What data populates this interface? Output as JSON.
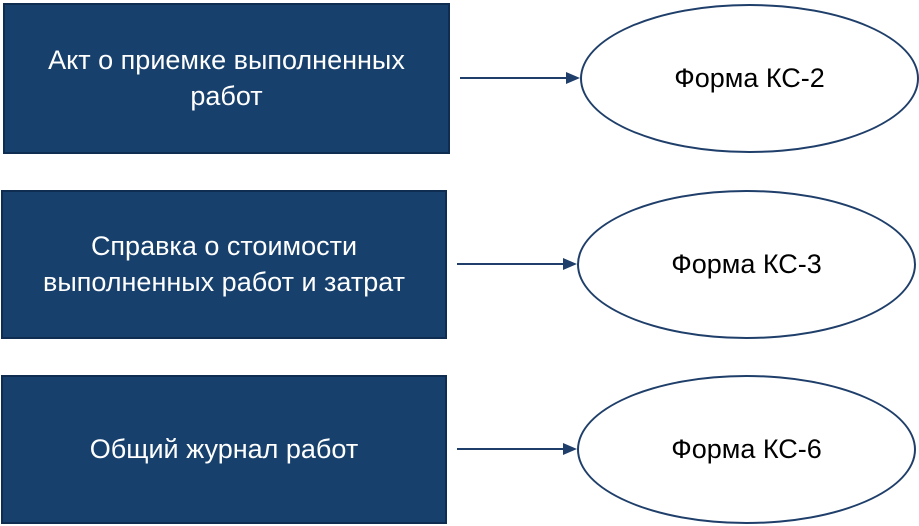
{
  "diagram": {
    "rows": [
      {
        "document": "Акт о приемке выполненных работ",
        "form": "Форма КС-2"
      },
      {
        "document": "Справка о стоимости выполненных работ и затрат",
        "form": "Форма КС-3"
      },
      {
        "document": "Общий журнал работ",
        "form": "Форма КС-6"
      }
    ]
  },
  "colors": {
    "box_fill": "#17406d",
    "box_text": "#ffffff",
    "ellipse_border": "#1f3f6a",
    "arrow": "#1f3f6a"
  }
}
